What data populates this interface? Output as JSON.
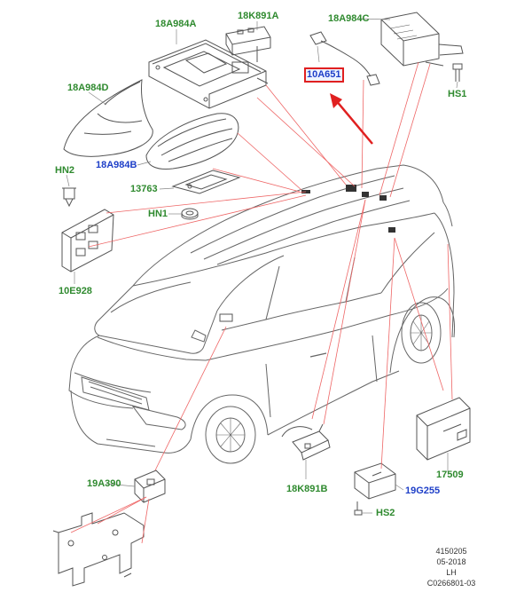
{
  "diagram": {
    "callouts": [
      {
        "id": "18A984A",
        "text": "18A984A",
        "color": "green"
      },
      {
        "id": "18K891A",
        "text": "18K891A",
        "color": "green"
      },
      {
        "id": "18A984C",
        "text": "18A984C",
        "color": "green"
      },
      {
        "id": "18A984D",
        "text": "18A984D",
        "color": "green"
      },
      {
        "id": "10A651",
        "text": "10A651",
        "color": "blue",
        "highlighted": true
      },
      {
        "id": "HS1",
        "text": "HS1",
        "color": "green"
      },
      {
        "id": "18A984B",
        "text": "18A984B",
        "color": "blue"
      },
      {
        "id": "HN2",
        "text": "HN2",
        "color": "green"
      },
      {
        "id": "13763",
        "text": "13763",
        "color": "green"
      },
      {
        "id": "HN1",
        "text": "HN1",
        "color": "green"
      },
      {
        "id": "10E928",
        "text": "10E928",
        "color": "green"
      },
      {
        "id": "19A390",
        "text": "19A390",
        "color": "green"
      },
      {
        "id": "18K891B",
        "text": "18K891B",
        "color": "green"
      },
      {
        "id": "19G255",
        "text": "19G255",
        "color": "blue"
      },
      {
        "id": "HS2",
        "text": "HS2",
        "color": "green"
      },
      {
        "id": "17509",
        "text": "17509",
        "color": "green"
      }
    ],
    "reference": [
      "4150205",
      "05-2018",
      "LH",
      "C0266801-03"
    ],
    "colors": {
      "callout_green": "#2f8a2f",
      "callout_blue": "#1e3fc8",
      "leader_red": "#ee6666",
      "pointer_red": "#e02020",
      "line_art": "#555555"
    }
  }
}
